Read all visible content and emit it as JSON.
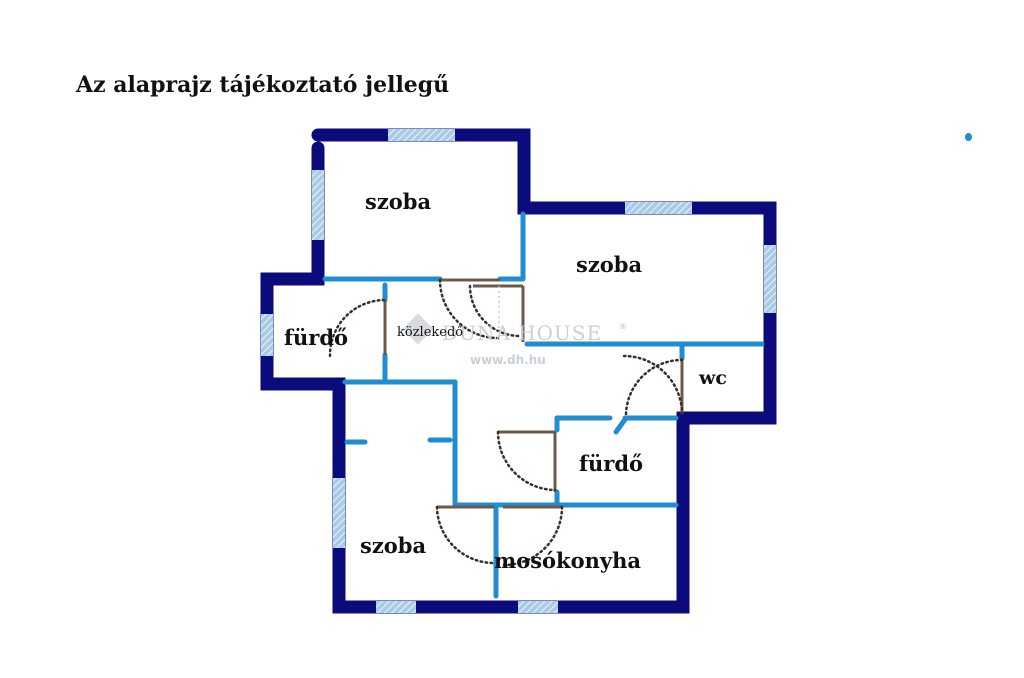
{
  "title": "Az alaprajz tájékoztató jellegű",
  "watermark": {
    "brand": "DUNA HOUSE",
    "reg": "®",
    "url": "www.dh.hu"
  },
  "rooms": {
    "szoba_top": "szoba",
    "szoba_right": "szoba",
    "furdo_left": "fürdő",
    "kozlekedo": "közlekedő",
    "wc": "wc",
    "furdo_center": "fürdő",
    "szoba_bottom": "szoba",
    "mosokonyha": "mosókonyha"
  },
  "colors": {
    "exterior_wall": "#0b0b7c",
    "interior_wall": "#1f8dcf",
    "window": "#a8cbe8",
    "door": "#6b5848",
    "door_swing": "#3a2e26"
  }
}
